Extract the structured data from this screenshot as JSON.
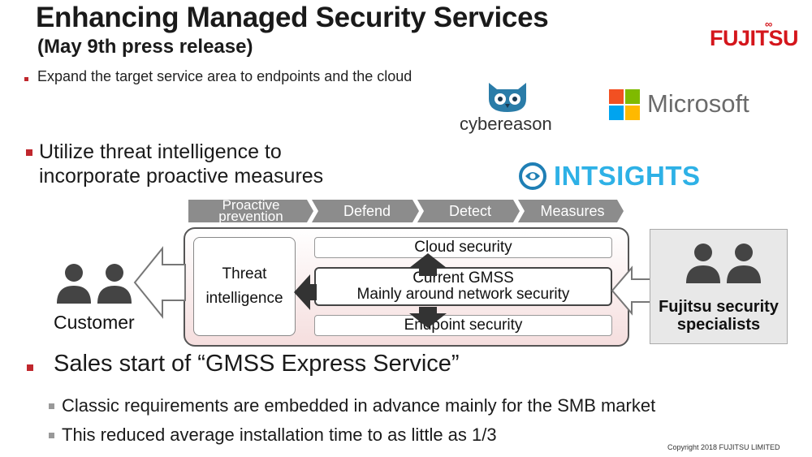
{
  "header": {
    "title": "Enhancing Managed Security Services",
    "subtitle": "(May 9th press release)",
    "brand": "FUJITSU"
  },
  "bullets": {
    "expand": "Expand the target service area to endpoints and the cloud",
    "utilize": "Utilize threat intelligence to incorporate proactive measures",
    "sales": "Sales start of “GMSS Express Service”",
    "sub_items": [
      "Classic requirements are embedded in advance mainly for the SMB market",
      "This reduced average installation time to as little as 1/3"
    ]
  },
  "partners": {
    "cybereason": "cybereason",
    "microsoft": "Microsoft",
    "intsights": "INTSIGHTS"
  },
  "diagram": {
    "stages": [
      "Proactive prevention",
      "Defend",
      "Detect",
      "Measures"
    ],
    "threat_intelligence": "Threat intelligence",
    "cloud_security": "Cloud security",
    "gmss_line1": "Current GMSS",
    "gmss_line2": "Mainly around network security",
    "endpoint_security": "Endpoint security",
    "customer": "Customer",
    "specialists": "Fujitsu security specialists"
  },
  "footer": {
    "copyright": "Copyright 2018 FUJITSU LIMITED"
  },
  "colors": {
    "accent_red": "#c0272d",
    "brand_red": "#d4161c",
    "stage_gray": "#8c8c8c",
    "intsights_blue": "#2eb1e6"
  }
}
